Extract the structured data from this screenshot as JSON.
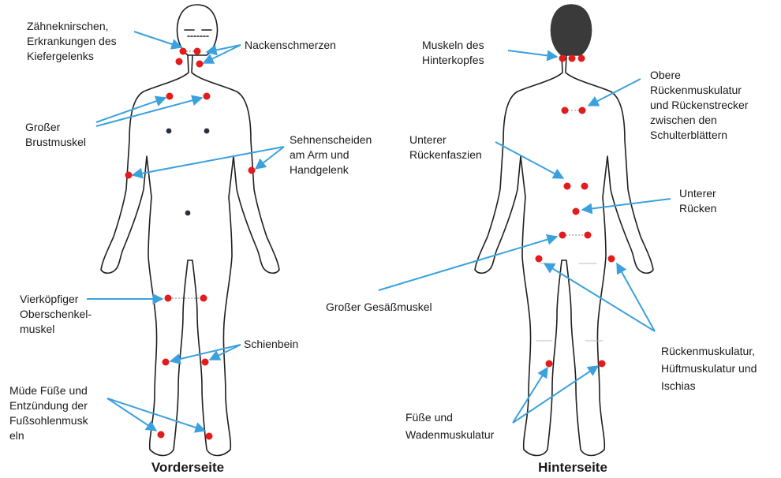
{
  "colors": {
    "point": "#e31b1b",
    "arrow": "#3ba1dd",
    "outline": "#1f1f1f",
    "head_back": "#3a3a3a"
  },
  "figures": {
    "front": {
      "caption": "Vorderseite"
    },
    "back": {
      "caption": "Hinterseite"
    }
  },
  "labels": {
    "front": {
      "zaehne": [
        "Zähneknirschen,",
        "Erkrankungen des",
        "Kiefergelenks"
      ],
      "nacken": [
        "Nackenschmerzen"
      ],
      "brust": [
        "Großer",
        "Brustmuskel"
      ],
      "sehnen": [
        "Sehnenscheiden",
        "am Arm und",
        "Handgelenk"
      ],
      "vierkoepfig": [
        "Vierköpfiger",
        "Oberschenkel-",
        "muskel"
      ],
      "schienbein": [
        "Schienbein"
      ],
      "fuesse": [
        "Müde Füße und",
        "Entzündung der",
        "Fußsohlenmusk",
        "eln"
      ]
    },
    "back": {
      "hinterkopf": [
        "Muskeln des",
        "Hinterkopfes"
      ],
      "oberer_ruecken": [
        "Obere",
        "Rückenmuskulatur",
        "und Rückenstrecker",
        "zwischen den",
        "Schulterblättern"
      ],
      "faszien": [
        "Unterer",
        "Rückenfaszien"
      ],
      "unterer_ruecken": [
        "Unterer",
        "Rücken"
      ],
      "gesaess": [
        "Großer Gesäßmuskel"
      ],
      "ruecken_hueft": [
        "Rückenmuskulatur,",
        "Hüftmuskulatur  und",
        "Ischias"
      ],
      "waden": [
        "Füße  und",
        "Wadenmuskulatur"
      ]
    }
  }
}
